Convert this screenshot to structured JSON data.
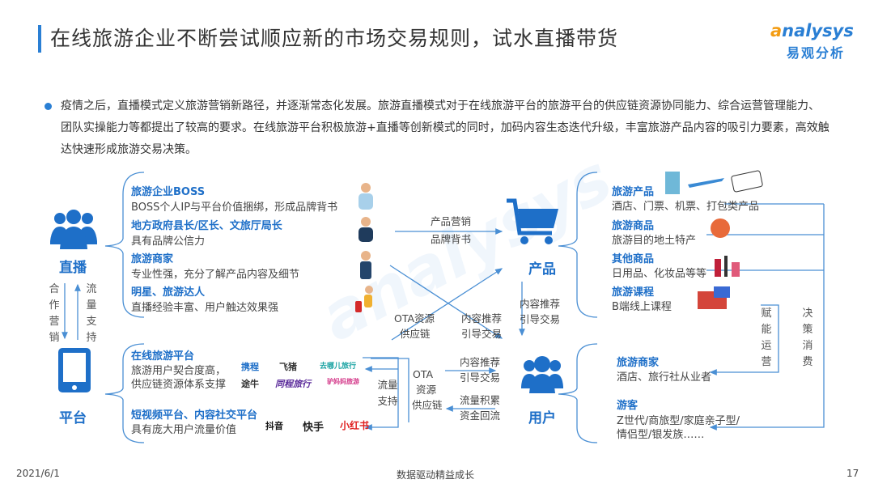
{
  "header": {
    "title": "在线旅游企业不断尝试顺应新的市场交易规则，试水直播带货",
    "logo_en_a": "a",
    "logo_en_rest": "nalysys",
    "logo_cn": "易观分析"
  },
  "intro": "疫情之后，直播模式定义旅游营销新路径，并逐渐常态化发展。旅游直播模式对于在线旅游平台的旅游平台的供应链资源协同能力、综合运营管理能力、团队实操能力等都提出了较高的要求。在线旅游平台积极旅游+直播等创新模式的同时，加码内容生态迭代升级，丰富旅游产品内容的吸引力要素，高效触达快速形成旅游交易决策。",
  "left": {
    "live_label": "直播",
    "platform_label": "平台",
    "coop": "合作营销",
    "traffic": "流量支持",
    "live_items": [
      {
        "title": "旅游企业BOSS",
        "desc": "BOSS个人IP与平台价值捆绑，形成品牌背书"
      },
      {
        "title": "地方政府县长/区长、文旅厅局长",
        "desc": "具有品牌公信力"
      },
      {
        "title": "旅游商家",
        "desc": "专业性强，充分了解产品内容及细节"
      },
      {
        "title": "明星、旅游达人",
        "desc": "直播经验丰富、用户触达效果强"
      }
    ],
    "platform_items": [
      {
        "title": "在线旅游平台",
        "desc1": "旅游用户契合度高，",
        "desc2": "供应链资源体系支撑"
      },
      {
        "title": "短视频平台、内容社交平台",
        "desc1": "具有庞大用户流量价值"
      }
    ],
    "ota_logos": [
      "携程",
      "飞猪",
      "去哪儿旅行",
      "途牛",
      "同程旅行",
      "驴妈妈旅游"
    ],
    "social_logos": [
      "抖音",
      "快手",
      "小红书"
    ],
    "traffic_support": "流量支持",
    "ota_supply": [
      "OTA",
      "资源",
      "供应链"
    ]
  },
  "center": {
    "product_label": "产品",
    "user_label": "用户",
    "mkt": [
      "产品营销",
      "品牌背书"
    ],
    "ota_cross": [
      "OTA资源",
      "供应链"
    ],
    "content_cross": [
      "内容推荐",
      "引导交易"
    ],
    "content_down": [
      "内容推荐",
      "引导交易"
    ],
    "content_right": [
      "内容推荐",
      "引导交易"
    ],
    "flow_left": [
      "流量积累",
      "资金回流"
    ]
  },
  "right": {
    "products": [
      {
        "title": "旅游产品",
        "desc": "酒店、门票、机票、打包类产品"
      },
      {
        "title": "旅游商品",
        "desc": "旅游目的地土特产"
      },
      {
        "title": "其他商品",
        "desc": "日用品、化妆品等等"
      },
      {
        "title": "旅游课程",
        "desc": "B端线上课程"
      }
    ],
    "users": [
      {
        "title": "旅游商家",
        "desc": "酒店、旅行社从业者"
      },
      {
        "title": "游客",
        "desc1": "Z世代/商旅型/家庭亲子型/",
        "desc2": "情侣型/银发族……"
      }
    ],
    "empower": "赋能运营",
    "decision": "决策消费"
  },
  "footer": {
    "date": "2021/6/1",
    "slogan": "数据驱动精益成长",
    "page": "17"
  },
  "colors": {
    "accent": "#1e6fc8",
    "line": "#4a8fd4",
    "orange": "#f39c12"
  }
}
